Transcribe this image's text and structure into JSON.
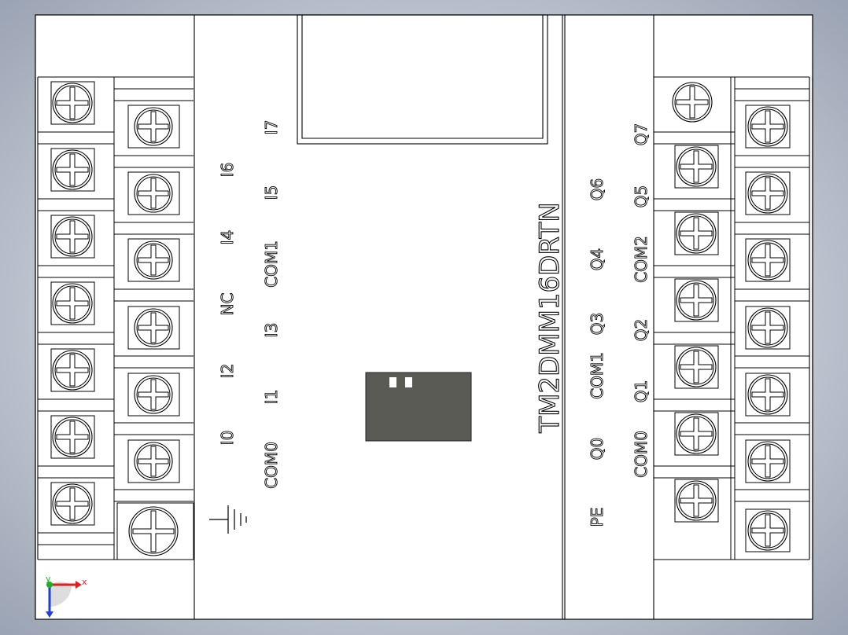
{
  "model": "TM2DMM16DRTN",
  "input_labels": {
    "col_a": [
      "I6",
      "I4",
      "NC",
      "I2",
      "I0"
    ],
    "col_b": [
      "I7",
      "I5",
      "COM1",
      "I3",
      "I1",
      "COM0"
    ]
  },
  "output_labels": {
    "col_a": [
      "Q6",
      "Q4",
      "Q3",
      "COM1",
      "Q0",
      "PE"
    ],
    "col_b": [
      "Q7",
      "Q5",
      "COM2",
      "Q2",
      "Q1",
      "COM0"
    ]
  },
  "triad": {
    "x": "x",
    "y": "y"
  },
  "colors": {
    "background": "#b9c0cc",
    "body": "#ffffff",
    "line": "#000000",
    "connector": "#5a5b55",
    "axis_x": "#e02020",
    "axis_y": "#20b020",
    "axis_z": "#2040d0"
  },
  "icons": {
    "terminal": "terminal-screw-icon",
    "ground": "ground-symbol-icon",
    "triad": "axis-triad-icon"
  }
}
